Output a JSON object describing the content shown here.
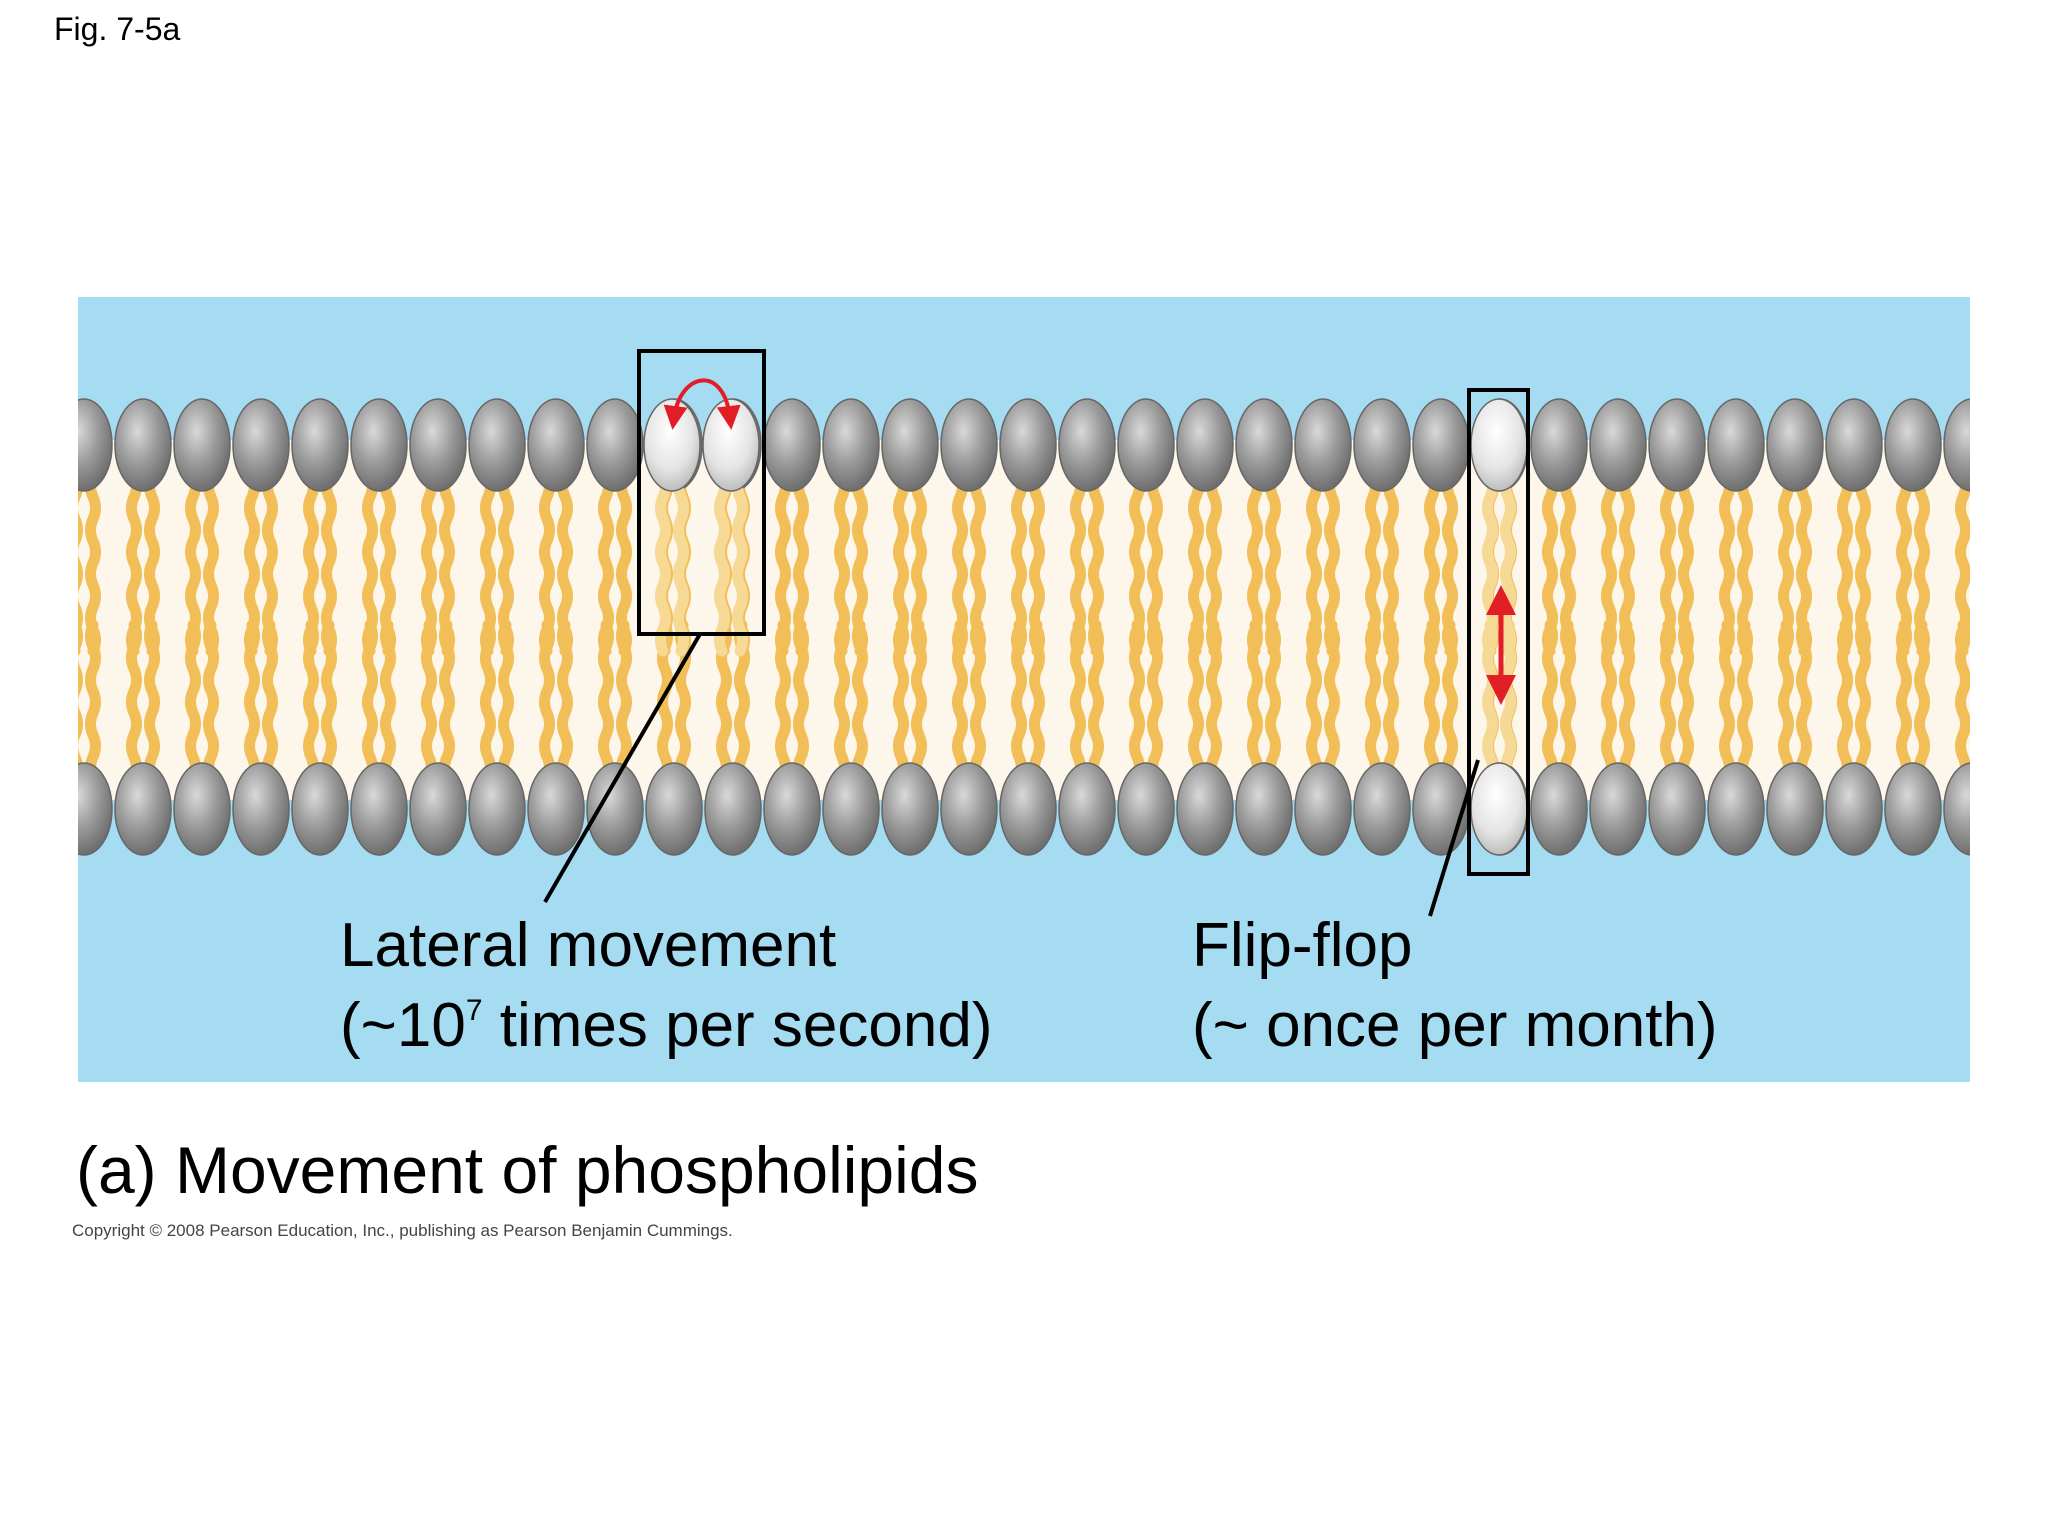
{
  "figure": {
    "label": "Fig. 7-5a",
    "caption": "(a) Movement of phospholipids",
    "copyright": "Copyright © 2008 Pearson Education, Inc., publishing as Pearson Benjamin Cummings."
  },
  "annotations": {
    "lateral": {
      "title": "Lateral movement",
      "rate_prefix": "(~10",
      "rate_exponent": "7",
      "rate_suffix": " times per second)"
    },
    "flipflop": {
      "title": "Flip-flop",
      "rate": "(~ once per month)"
    }
  },
  "colors": {
    "background_water": "#a6dcf2",
    "tail_yellow": "#f2be58",
    "tail_stroke": "#c9932b",
    "head_gray": "#8f8f8f",
    "head_highlight": "#dcdcdc",
    "arrow_red": "#e11e26",
    "box_black": "#000000"
  },
  "icons": {
    "lateral_arrow": "curved-double-arrow-icon",
    "flipflop_arrow": "vertical-double-arrow-icon"
  }
}
